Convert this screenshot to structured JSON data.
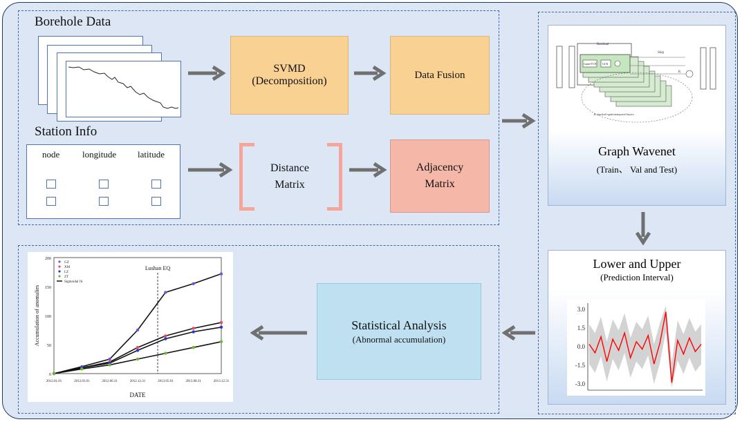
{
  "borehole": {
    "title": "Borehole Data"
  },
  "svmd": {
    "line1": "SVMD",
    "line2": "(Decomposition)"
  },
  "fusion": {
    "label": "Data Fusion"
  },
  "station": {
    "title": "Station Info",
    "columns": [
      "node",
      "longitude",
      "latitude"
    ]
  },
  "distance": {
    "line1": "Distance",
    "line2": "Matrix"
  },
  "adjacency": {
    "line1": "Adjacency",
    "line2": "Matrix"
  },
  "wavenet": {
    "title": "Graph Wavenet",
    "subtitle": "(Train、 Val and Test)",
    "figure_labels": {
      "residual": "Residual",
      "skip": "Skip",
      "gated": "Gated TCN",
      "gcn": "GCN",
      "stacked": "K stacked spatiotemporal layers",
      "k": "K"
    }
  },
  "interval": {
    "title": "Lower and Upper",
    "subtitle": "(Prediction Interval)"
  },
  "interval_chart": {
    "yticks": [
      "3.0",
      "1.5",
      "0.0",
      "-1.5",
      "-3.0"
    ]
  },
  "stats": {
    "title": "Statistical Analysis",
    "subtitle": "(Abnormal accumulation)"
  },
  "anomaly_chart": {
    "event_label": "Lushan EQ",
    "xlabel": "DATE",
    "ylabel": "Accumulation of anomalies",
    "yticks": [
      "200",
      "150",
      "100",
      "50",
      "0"
    ],
    "xticks": [
      "2012.01.01",
      "2012.03.01",
      "2012.06.31",
      "2012.12.31",
      "2013.05.01",
      "2013.08.31",
      "2013.12.31"
    ],
    "legend": [
      "GZ",
      "XM",
      "LZ",
      "ZT",
      "Sigmoidal fit"
    ]
  },
  "colors": {
    "background": "#dce6f4",
    "dash": "#3b64a8",
    "orange": "#f9d193",
    "pink": "#f4b7a8",
    "blue": "#bfe0f1",
    "arrow": "#707070"
  },
  "chart_data": [
    {
      "type": "scatter",
      "title": "",
      "xlabel": "DATE",
      "ylabel": "Accumulation of anomalies",
      "ylim": [
        0,
        200
      ],
      "annotations": [
        "Lushan EQ"
      ],
      "x": [
        "2012.01.01",
        "2012.03.01",
        "2012.06.31",
        "2012.12.31",
        "2013.05.01",
        "2013.08.31",
        "2013.12.31"
      ],
      "series": [
        {
          "name": "GZ",
          "color": "#7b4fe0",
          "values": [
            0,
            12,
            25,
            75,
            140,
            155,
            172
          ]
        },
        {
          "name": "XM",
          "color": "#e84a5f",
          "values": [
            0,
            10,
            20,
            45,
            65,
            78,
            88
          ]
        },
        {
          "name": "LZ",
          "color": "#2a35d6",
          "values": [
            0,
            10,
            18,
            40,
            60,
            72,
            80
          ]
        },
        {
          "name": "ZT",
          "color": "#6ab82e",
          "values": [
            0,
            8,
            15,
            25,
            35,
            45,
            55
          ]
        }
      ]
    },
    {
      "type": "line",
      "ylim": [
        -3.5,
        3.5
      ],
      "yticks": [
        3.0,
        1.5,
        0.0,
        -1.5,
        -3.0
      ],
      "series": [
        {
          "color": "#ff0000",
          "values": [
            0.2,
            -0.5,
            0.8,
            -1.2,
            0.6,
            -0.3,
            1.1,
            -0.9,
            0.4,
            -0.2,
            0.9,
            -1.4,
            0.3,
            2.8,
            -2.9,
            0.5,
            -0.6,
            0.7,
            -0.4,
            0.2
          ]
        }
      ]
    }
  ]
}
